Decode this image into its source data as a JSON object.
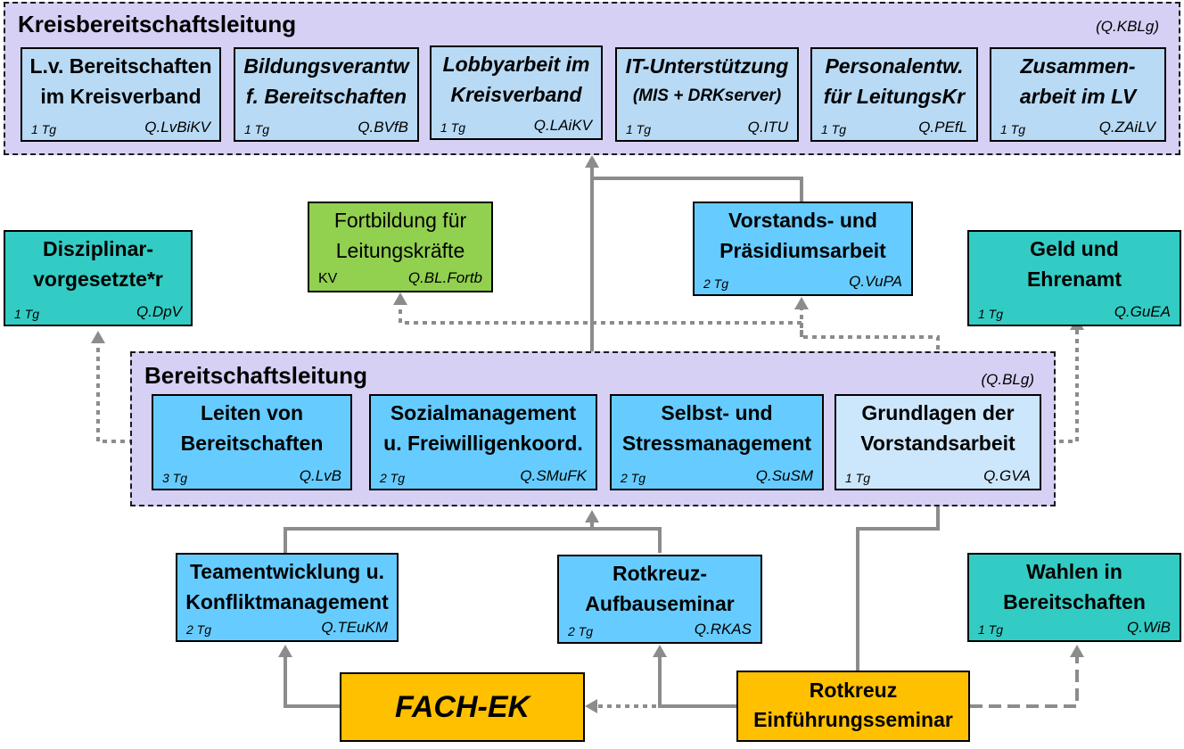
{
  "kreis": {
    "title": "Kreisbereitschaftsleitung",
    "code": "(Q.KBLg)",
    "boxes": [
      {
        "line1": "L.v. Bereitschaften",
        "line2": "im Kreisverband",
        "days": "1 Tg",
        "code": "Q.LvBiKV"
      },
      {
        "line1": "Bildungsverantw",
        "line2": "f. Bereitschaften",
        "days": "1 Tg",
        "code": "Q.BVfB"
      },
      {
        "line1": "Lobbyarbeit im",
        "line2": "Kreisverband",
        "days": "1 Tg",
        "code": "Q.LAiKV"
      },
      {
        "line1": "IT-Unterstützung",
        "line2": "(MIS + DRKserver)",
        "days": "1 Tg",
        "code": "Q.ITU"
      },
      {
        "line1": "Personalentw.",
        "line2": "für LeitungsKr",
        "days": "1 Tg",
        "code": "Q.PEfL"
      },
      {
        "line1": "Zusammen-",
        "line2": "arbeit im LV",
        "days": "1 Tg",
        "code": "Q.ZAiLV"
      }
    ]
  },
  "bereitschaft": {
    "title": "Bereitschaftsleitung",
    "code": "(Q.BLg)",
    "boxes": [
      {
        "line1": "Leiten von",
        "line2": "Bereitschaften",
        "days": "3 Tg",
        "code": "Q.LvB"
      },
      {
        "line1": "Sozialmanagement",
        "line2": "u. Freiwilligenkoord.",
        "days": "2 Tg",
        "code": "Q.SMuFK"
      },
      {
        "line1": "Selbst- und",
        "line2": "Stressmanagement",
        "days": "2 Tg",
        "code": "Q.SuSM"
      },
      {
        "line1": "Grundlagen der",
        "line2": "Vorstandsarbeit",
        "days": "1 Tg",
        "code": "Q.GVA"
      }
    ]
  },
  "other": {
    "disziplinar": {
      "line1": "Disziplinar-",
      "line2": "vorgesetzte*r",
      "days": "1 Tg",
      "code": "Q.DpV"
    },
    "fortbildung": {
      "line1": "Fortbildung für",
      "line2": "Leitungskräfte",
      "days": "KV",
      "code": "Q.BL.Fortb"
    },
    "vorstand": {
      "line1": "Vorstands- und",
      "line2": "Präsidiumsarbeit",
      "days": "2 Tg",
      "code": "Q.VuPA"
    },
    "geld": {
      "line1": "Geld und",
      "line2": "Ehrenamt",
      "days": "1 Tg",
      "code": "Q.GuEA"
    },
    "team": {
      "line1": "Teamentwicklung u.",
      "line2": "Konfliktmanagement",
      "days": "2 Tg",
      "code": "Q.TEuKM"
    },
    "rkas": {
      "line1": "Rotkreuz-",
      "line2": "Aufbauseminar",
      "days": "2 Tg",
      "code": "Q.RKAS"
    },
    "wahlen": {
      "line1": "Wahlen in",
      "line2": "Bereitschaften",
      "days": "1 Tg",
      "code": "Q.WiB"
    },
    "fach": {
      "label": "FACH-EK"
    },
    "rkes": {
      "line1": "Rotkreuz",
      "line2": "Einführungsseminar"
    }
  },
  "colors": {
    "group_fill": "#d6d0f4",
    "blue": "#66ccff",
    "light_blue": "#cce6fb",
    "pale_blue": "#b8daf5",
    "teal": "#33ccc4",
    "green": "#92d050",
    "orange": "#ffc000",
    "connector": "#8c8c8c"
  }
}
